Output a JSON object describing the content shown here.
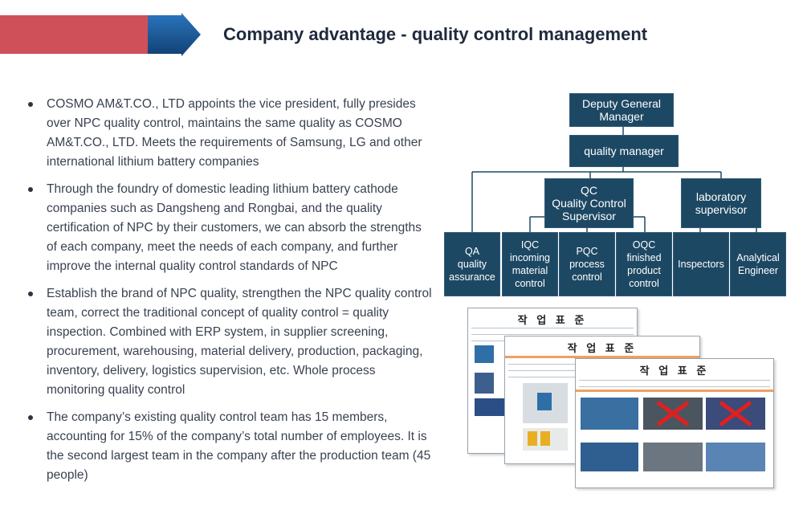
{
  "header": {
    "title": "Company advantage - quality control management",
    "accent_color": "#d0505a",
    "arrow_color": "#1b5a9a"
  },
  "bullets": [
    "COSMO AM&T.CO., LTD appoints the vice president, fully presides over NPC quality control, maintains the same quality as COSMO AM&T.CO., LTD. Meets the requirements of Samsung, LG and other international lithium battery companies",
    "Through the foundry of domestic leading lithium battery cathode companies such as Dangsheng and Rongbai, and the quality certification of NPC by their customers, we can absorb the strengths of each company, meet the needs of each company, and further improve the internal quality control standards of NPC",
    "Establish the brand of NPC quality, strengthen the NPC quality control team, correct the traditional concept of quality control = quality inspection. Combined with ERP system, in supplier screening, procurement, warehousing, material delivery, production, packaging, inventory, delivery, logistics supervision, etc. Whole process monitoring quality control",
    "The company’s existing quality control team has 15 members, accounting for 15% of the company’s total number of employees. It is the second largest team in the company after the production team (45 people)"
  ],
  "org_chart": {
    "box_color": "#1d4863",
    "deputy": "Deputy General\nManager",
    "quality_manager": "quality manager",
    "qc_supervisor": "QC\nQuality Control\nSupervisor",
    "lab_supervisor": "laboratory\nsupervisor",
    "units": {
      "qa": "QA\nquality\nassurance",
      "iqc": "IQC\nincoming\nmaterial\ncontrol",
      "pqc": "PQC\nprocess\ncontrol",
      "oqc": "OQC\nfinished\nproduct\ncontrol",
      "inspectors": "Inspectors",
      "analytical": "Analytical\nEngineer"
    }
  },
  "documents": {
    "doc_title": "작 업 표 준"
  }
}
